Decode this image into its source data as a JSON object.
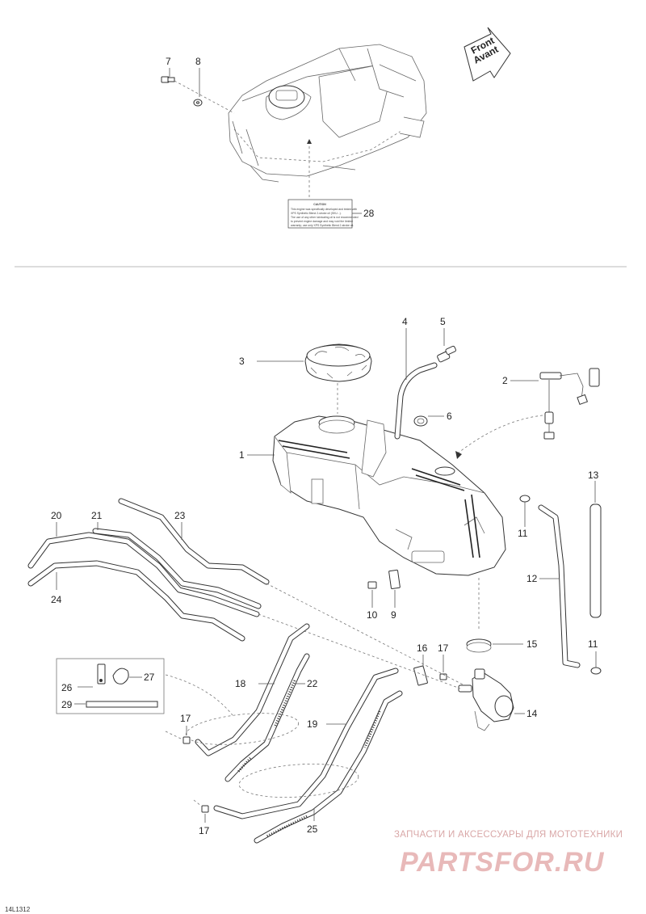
{
  "callouts": {
    "c1": "1",
    "c2": "2",
    "c3": "3",
    "c4": "4",
    "c5": "5",
    "c6": "6",
    "c7": "7",
    "c8": "8",
    "c9": "9",
    "c10": "10",
    "c11a": "11",
    "c11b": "11",
    "c12": "12",
    "c13": "13",
    "c14": "14",
    "c15": "15",
    "c16": "16",
    "c17a": "17",
    "c17b": "17",
    "c17c": "17",
    "c18": "18",
    "c19": "19",
    "c20": "20",
    "c21": "21",
    "c22": "22",
    "c23": "23",
    "c24": "24",
    "c25": "25",
    "c26": "26",
    "c27": "27",
    "c28": "28",
    "c29": "29"
  },
  "front_arrow": {
    "line1": "Front",
    "line2": "Avant"
  },
  "caution_label": {
    "title": "CAUTION",
    "lines": [
      "This engine was specifically developed and tested with",
      "XPS Synthetic Blend 2-stroke oil (SKU...).",
      "The use of any other lubricating oil is not recommended",
      "to prevent engine damage and may void the limited",
      "warranty; use only XPS Synthetic Blend 2-stroke oil."
    ]
  },
  "watermark": {
    "top": "ЗАПЧАСТИ И АКСЕССУАРЫ ДЛЯ МОТОТЕХНИКИ",
    "main": "PARTSFOR.RU"
  },
  "drawing_code": "14L1312"
}
